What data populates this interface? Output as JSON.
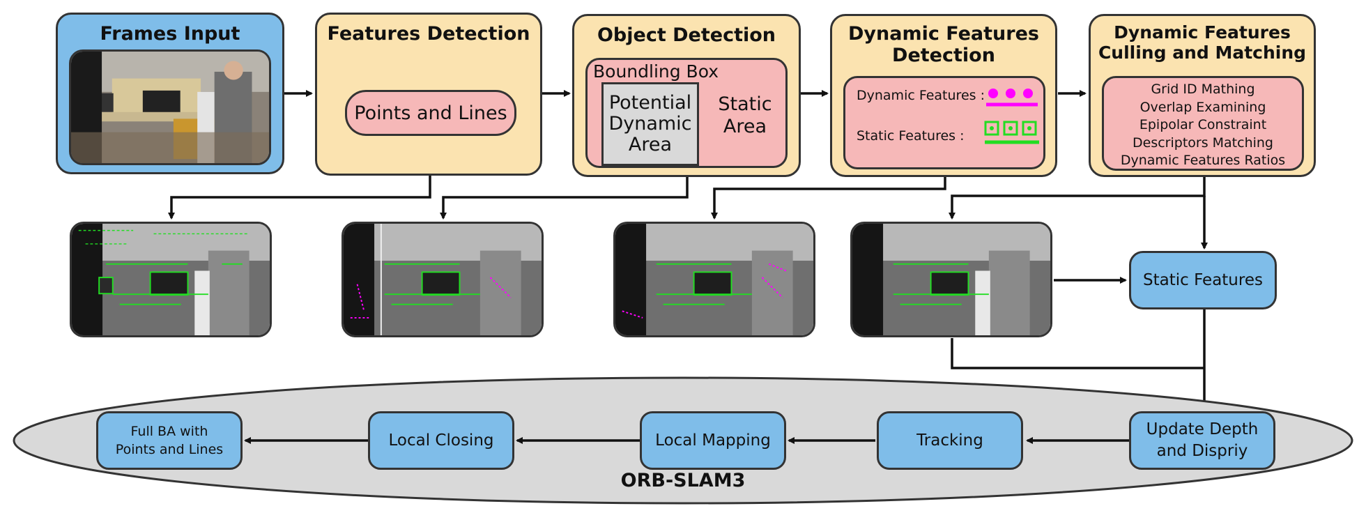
{
  "stages": {
    "frames_input": {
      "title": "Frames Input"
    },
    "features_detection": {
      "title": "Features Detection",
      "inner": "Points and Lines"
    },
    "object_detection": {
      "title": "Object Detection",
      "bbox_label": "Boundling Box",
      "potential_line1": "Potential",
      "potential_line2": "Dynamic",
      "potential_line3": "Area",
      "static_line1": "Static",
      "static_line2": "Area"
    },
    "dynamic_detection": {
      "title_line1": "Dynamic Features",
      "title_line2": "Detection",
      "dynamic_label": "Dynamic Features :",
      "static_label": "Static Features :",
      "dynamic_color": "#ff00ff",
      "static_color": "#22dd22"
    },
    "culling": {
      "title_line1": "Dynamic Features",
      "title_line2": "Culling and Matching",
      "steps": [
        "Grid ID Mathing",
        "Overlap Examining",
        "Epipolar Constraint",
        "Descriptors Matching",
        "Dynamic Features Ratios"
      ]
    }
  },
  "static_features": {
    "label": "Static Features"
  },
  "orb_slam": {
    "label": "ORB-SLAM3",
    "update_line1": "Update Depth",
    "update_line2": "and Dispriy",
    "tracking": "Tracking",
    "local_mapping": "Local Mapping",
    "local_closing": "Local Closing",
    "full_ba_line1": "Full BA with",
    "full_ba_line2": "Points and Lines"
  },
  "colors": {
    "stage_fill": "#fbe3b0",
    "inner_fill": "#f6b8b8",
    "blue_fill": "#7fbde9",
    "ellipse_fill": "#d9d9d9",
    "outline": "#333333",
    "feature_green": "#22dd22",
    "feature_magenta": "#ff00ff"
  }
}
